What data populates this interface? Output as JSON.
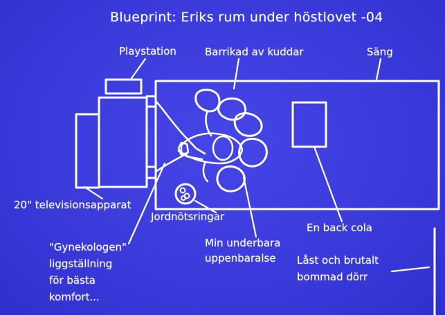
{
  "title": "Blueprint: Eriks rum under höstlovet -04",
  "labels": {
    "playstation": "Playstation",
    "barricade": "Barrikad av kuddar",
    "bed": "Säng",
    "tv": "20\" televisionsapparat",
    "peanut_rings": "Jordnötsringar",
    "cola": "En back cola",
    "position_line1": "\"Gynekologen\"",
    "position_line2": "liggställning",
    "position_line3": "för bästa",
    "position_line4": "komfort...",
    "self_line1": "Min underbara",
    "self_line2": "uppenbaralse",
    "door_line1": "Låst och brutalt",
    "door_line2": "bommad dörr"
  },
  "colors": {
    "background": "#3b3bdc",
    "lines": "#ffffff"
  }
}
